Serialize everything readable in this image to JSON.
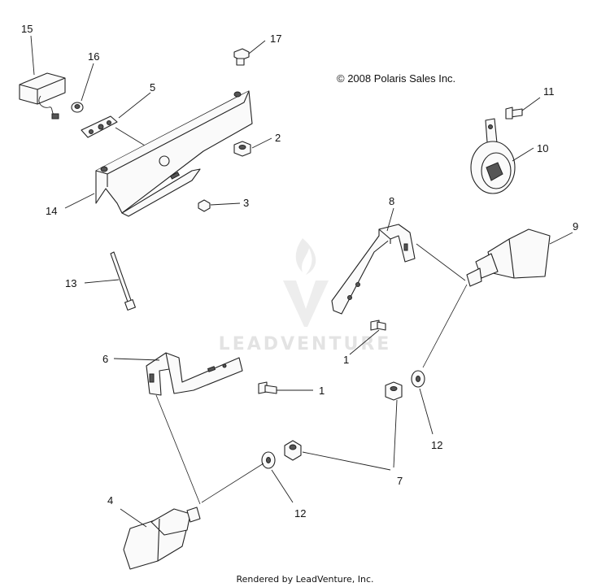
{
  "copyright": "© 2008 Polaris Sales Inc.",
  "footer": "Rendered by LeadVenture, Inc.",
  "watermark": {
    "text": "LEADVENTURE",
    "color": "#e3e3e3"
  },
  "callouts": {
    "c1a": "1",
    "c1b": "1",
    "c2": "2",
    "c3": "3",
    "c4": "4",
    "c5": "5",
    "c6": "6",
    "c7": "7",
    "c8": "8",
    "c9": "9",
    "c10": "10",
    "c11": "11",
    "c12a": "12",
    "c12b": "12",
    "c13": "13",
    "c14": "14",
    "c15": "15",
    "c16": "16",
    "c17": "17"
  }
}
